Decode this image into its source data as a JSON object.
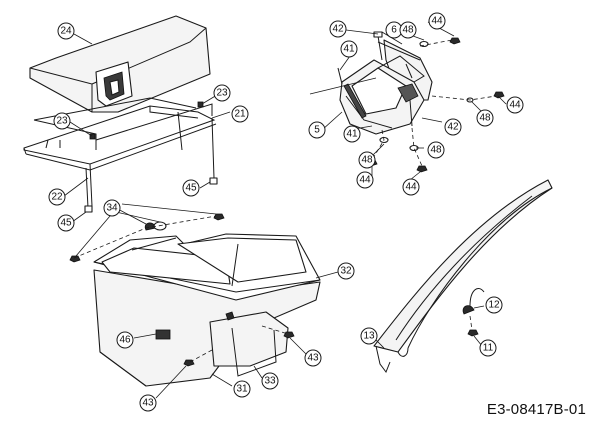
{
  "document_code": "E3-08417B-01",
  "callouts": {
    "c24": "24",
    "c42a": "42",
    "c6": "6",
    "c48a": "48",
    "c44a": "44",
    "c41a": "41",
    "c44b": "44",
    "c23a": "23",
    "c21": "21",
    "c23b": "23",
    "c5": "5",
    "c41b": "41",
    "c42b": "42",
    "c48b": "48",
    "c48c": "48",
    "c48d": "48",
    "c44c": "44",
    "c44d": "44",
    "c22": "22",
    "c45a": "45",
    "c45b": "45",
    "c34": "34",
    "c32": "32",
    "c46": "46",
    "c12": "12",
    "c13": "13",
    "c11": "11",
    "c43a": "43",
    "c33": "33",
    "c31": "31",
    "c43b": "43"
  }
}
